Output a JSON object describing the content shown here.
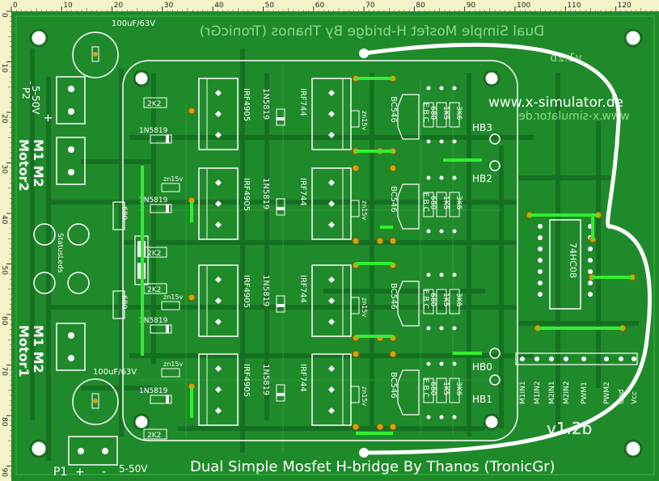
{
  "ruler": {
    "top_ticks": [
      "0",
      "10",
      "20",
      "30",
      "40",
      "50",
      "60",
      "70",
      "80",
      "90",
      "100",
      "110",
      "120"
    ],
    "left_ticks": [
      "0",
      "10",
      "20",
      "30",
      "40",
      "50",
      "60",
      "70",
      "80",
      "90"
    ]
  },
  "texts": {
    "title_bottom": "Dual Simple Mosfet H-bridge  By Thanos (TronicGr)",
    "title_top_mirror": "Dual Simple Mosfet H-bridge  By Thanos (TronicGr)",
    "site": "www.x-simulator.de",
    "site_mirror": "www.x-simulator.de",
    "version": "v1.2b",
    "version_mirror": "v1.2b",
    "cap_top": "100uF/63V",
    "cap_bottom": "100uF/63V",
    "p2_range": "5-50V",
    "p2_name": "P2",
    "p2_minus": "-",
    "p2_plus": "+",
    "p1_name": "P1",
    "p1_plus": "+",
    "p1_minus": "-",
    "p1_range": "5-50V",
    "motor2": "Motor2",
    "motor2_m1m2": "M1 M2",
    "motor1": "Motor1",
    "motor1_m1m2": "M1 M2",
    "status_leds": "StatusLeds",
    "r680": "680",
    "r2k2": "2K2",
    "d_1n5819": "1N5819",
    "zener": "zn15v",
    "irf4905": "IRF4905",
    "irf744": "IRF744",
    "bc546": "BC546",
    "ebc": "E B C",
    "r1k5": "1K5",
    "r3k6": "3K6",
    "r680b": "680",
    "ic": "74HC08",
    "hb3": "HB3",
    "hb2": "HB2",
    "hb0": "HB0",
    "hb1": "HB1",
    "pins": [
      "M1IN1",
      "M1IN2",
      "M2IN1",
      "M2IN2",
      "PWM1",
      "PWM2",
      "Gnd",
      "Vcc"
    ]
  },
  "colors": {
    "board": "#1f8a2a",
    "board_dark": "#167022",
    "silk": "#ffffff",
    "pad": "#d4a20a",
    "jumper": "#33ee33",
    "ruler": "#f4f4c8"
  }
}
